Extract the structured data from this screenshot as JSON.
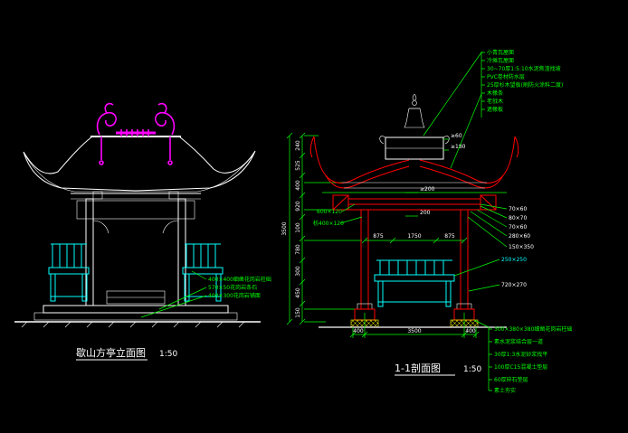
{
  "drawing": {
    "colors": {
      "background": "#000000",
      "line": "#ffffff",
      "ornament": "#ff00ff",
      "bench": "#00ffff",
      "annotation": "#00ff00",
      "structure": "#ff0000",
      "hatch": "#ffff00"
    },
    "elevation": {
      "title": "歇山方亭立面图",
      "scale": "1:50",
      "callouts": [
        "400×400细凿花岗岩柱础",
        "570×50花岗岩条石",
        "400×300花岗岩铺面"
      ]
    },
    "section": {
      "title": "1-1剖面图",
      "scale": "1:50",
      "height_total": "3500",
      "height_dims": [
        "240",
        "525",
        "400",
        "920",
        "100",
        "780",
        "300",
        "450",
        "150"
      ],
      "span_dims": [
        "875",
        "1750",
        "875"
      ],
      "bottom_dims": [
        "400",
        "3500",
        "400"
      ],
      "ridge_dims": [
        "≥60",
        "≥180"
      ],
      "beam_dims": [
        "≥200",
        "200"
      ],
      "member_labels": [
        "600×120",
        "枋400×120"
      ],
      "size_labels": [
        "70×60",
        "80×70",
        "70×60",
        "280×60",
        "150×350"
      ],
      "seat_label": "250×250",
      "rail_label": "720×270",
      "roof_callouts": [
        "小青瓦屋面",
        "冷摊瓦屋面",
        "30~70厚1:5:10水泥焦渣找坡",
        "PVC卷材防水层",
        "25厚杉木望板(刷防火涂料二度)",
        "木椽条",
        "老戗木",
        "遮椽板"
      ],
      "base_callouts": [
        "300×380×380细凿花岗岩柱础",
        "素水泥浆结合层一道",
        "30厚1:3水泥砂浆找平",
        "100厚C15混凝土垫层",
        "60厚碎石垫层",
        "素土夯实"
      ]
    }
  }
}
